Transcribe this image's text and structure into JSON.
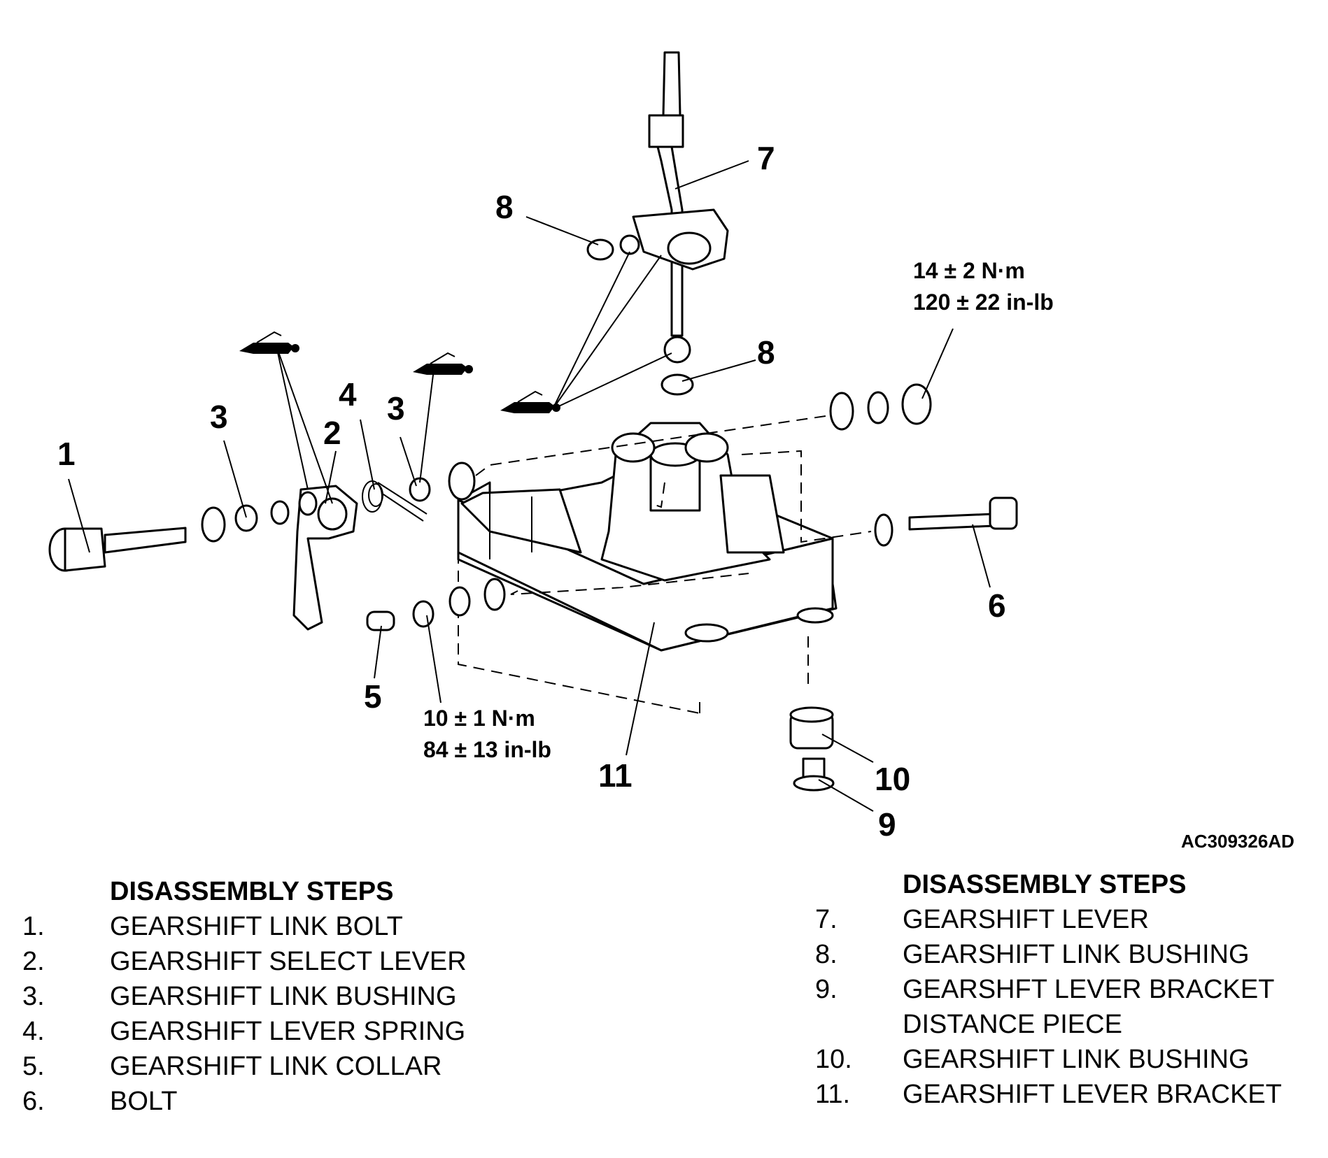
{
  "figure_code": "AC309326AD",
  "callouts": [
    "1",
    "2",
    "3",
    "3",
    "4",
    "5",
    "6",
    "7",
    "8",
    "8",
    "9",
    "10",
    "11"
  ],
  "torque_upper": {
    "line1": "14 ± 2 N·m",
    "line2": "120 ± 22 in-lb"
  },
  "torque_lower": {
    "line1": "10 ± 1 N·m",
    "line2": "84 ± 13 in-lb"
  },
  "steps_left": {
    "heading": "DISASSEMBLY STEPS",
    "items": [
      {
        "num": "1.",
        "label": "GEARSHIFT LINK BOLT"
      },
      {
        "num": "2.",
        "label": "GEARSHIFT SELECT LEVER"
      },
      {
        "num": "3.",
        "label": "GEARSHIFT LINK BUSHING"
      },
      {
        "num": "4.",
        "label": "GEARSHIFT LEVER SPRING"
      },
      {
        "num": "5.",
        "label": "GEARSHIFT LINK COLLAR"
      },
      {
        "num": "6.",
        "label": "BOLT"
      }
    ]
  },
  "steps_right": {
    "heading": "DISASSEMBLY STEPS",
    "items": [
      {
        "num": "7.",
        "label": "GEARSHIFT LEVER"
      },
      {
        "num": "8.",
        "label": "GEARSHIFT LINK BUSHING"
      },
      {
        "num": "9.",
        "label": "GEARSHFT LEVER BRACKET"
      },
      {
        "num": "",
        "label": "DISTANCE PIECE"
      },
      {
        "num": "10.",
        "label": "GEARSHIFT LINK BUSHING"
      },
      {
        "num": "11.",
        "label": "GEARSHIFT LEVER BRACKET"
      }
    ]
  }
}
